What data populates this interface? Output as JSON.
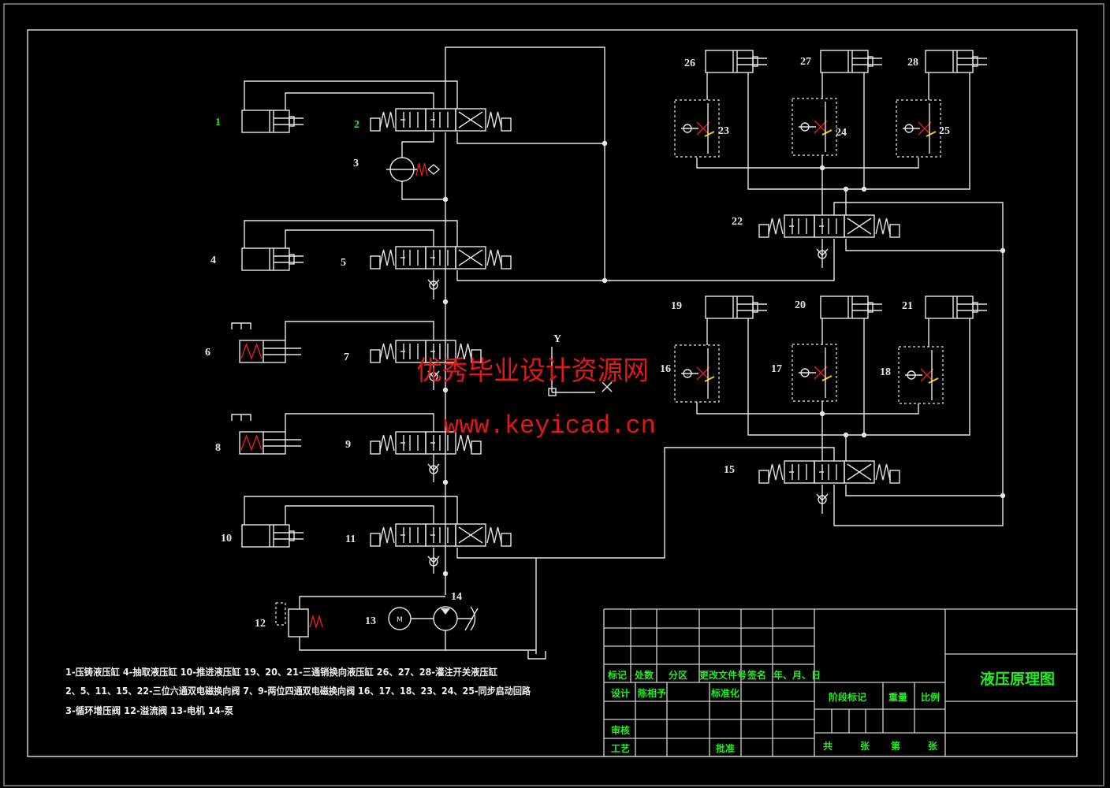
{
  "drawing": {
    "component_labels": [
      "1",
      "2",
      "3",
      "4",
      "5",
      "6",
      "7",
      "8",
      "9",
      "10",
      "11",
      "12",
      "13",
      "14",
      "15",
      "16",
      "17",
      "18",
      "19",
      "20",
      "21",
      "22",
      "23",
      "24",
      "25",
      "26",
      "27",
      "28"
    ],
    "highlighted_labels": [
      "1",
      "2"
    ],
    "axis_label": "Y",
    "colors": {
      "background": "#000000",
      "lines": "#e6e6e6",
      "solenoid_spring": "#e02020",
      "title_text": "#22ee22",
      "watermark": "#e01818"
    }
  },
  "legend": {
    "line1": "1-压铸液压缸 4-抽取液压缸 10-推进液压缸 19、20、21-三通销换向液压缸 26、27、28-灌注开关液压缸",
    "line2": "2、5、11、15、22-三位六通双电磁换向阀   7、9-两位四通双电磁换向阀 16、17、18、23、24、25-同步启动回路",
    "line3": "3-循环增压阀 12-溢流阀 13-电机 14-泵"
  },
  "watermark": {
    "line1": "优秀毕业设计资源网",
    "line2": "www.keyicad.cn"
  },
  "title_block": {
    "title": "液压原理图",
    "mark": "标记",
    "count": "处数",
    "zone": "分区",
    "change_doc": "更改文件号",
    "signature": "签名",
    "date": "年、月、日",
    "design": "设计",
    "designer": "陈相予",
    "standardize": "标准化",
    "review": "审核",
    "process": "工艺",
    "approve": "批准",
    "stage_mark": "阶段标记",
    "weight": "重量",
    "scale": "比例",
    "total": "共",
    "sheets1": "张",
    "sheet_no": "第",
    "sheets2": "张"
  }
}
